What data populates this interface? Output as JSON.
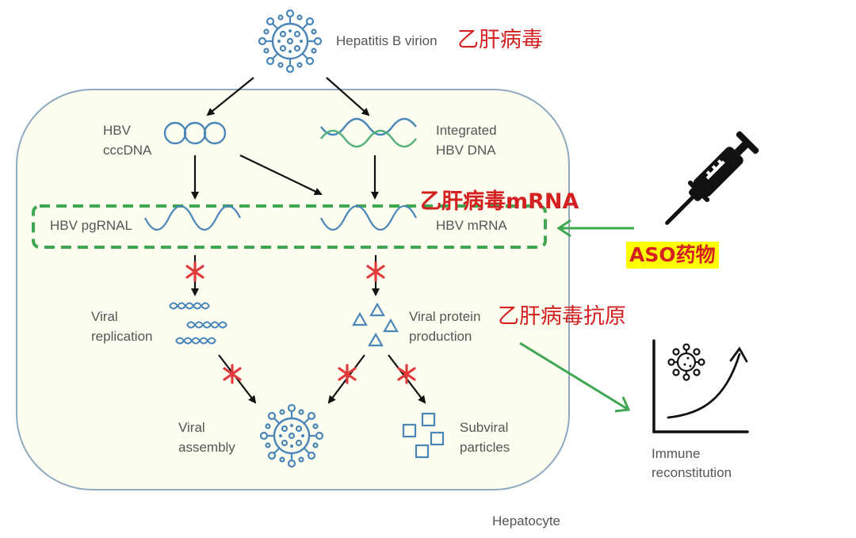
{
  "title": "ASO drug mechanism against HBV",
  "virion": {
    "label": "Hepatitis B virion",
    "label_cn": "乙肝病毒"
  },
  "cccdna": {
    "line1": "HBV",
    "line2": "cccDNA"
  },
  "integrated": {
    "line1": "Integrated",
    "line2": "HBV DNA"
  },
  "rna_box": {
    "pgrna_label": "HBV pgRNAL",
    "mrna_label": "HBV mRNA",
    "label_cn": "乙肝病毒mRNA"
  },
  "aso": {
    "label": "ASO药物",
    "icon": "syringe-icon"
  },
  "replication": {
    "line1": "Viral",
    "line2": "replication"
  },
  "protein": {
    "line1": "Viral protein",
    "line2": "production",
    "label_cn": "乙肝病毒抗原"
  },
  "assembly": {
    "line1": "Viral",
    "line2": "assembly"
  },
  "subviral": {
    "line1": "Subviral",
    "line2": "particles"
  },
  "immune": {
    "line1": "Immune",
    "line2": "reconstitution"
  },
  "cell": {
    "label": "Hepatocyte"
  },
  "colors": {
    "cell_fill": "#fdfdf0",
    "cell_border": "#8fa9c0",
    "virus_blue": "#4a86b8",
    "dna_green": "#55b07a",
    "dashed_green": "#3fa652",
    "arrow_green": "#3fa652",
    "block_red": "#e03a3a",
    "text_red": "#d42020",
    "highlight_yellow": "#ffff00"
  }
}
